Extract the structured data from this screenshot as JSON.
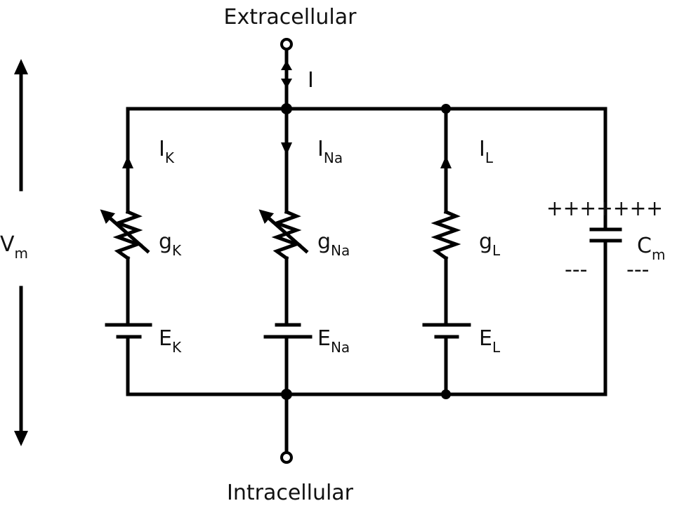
{
  "title": "Hodgkin-Huxley membrane equivalent circuit",
  "terminals": {
    "top": "Extracellular",
    "bottom": "Intracellular"
  },
  "current": {
    "main": "I"
  },
  "voltage": {
    "symbol": "V",
    "sub": "m"
  },
  "branches": [
    {
      "current": "I",
      "current_sub": "K",
      "conductance": "g",
      "conductance_sub": "K",
      "battery": "E",
      "battery_sub": "K",
      "variable": true
    },
    {
      "current": "I",
      "current_sub": "Na",
      "conductance": "g",
      "conductance_sub": "Na",
      "battery": "E",
      "battery_sub": "Na",
      "variable": true
    },
    {
      "current": "I",
      "current_sub": "L",
      "conductance": "g",
      "conductance_sub": "L",
      "battery": "E",
      "battery_sub": "L",
      "variable": false
    }
  ],
  "capacitor": {
    "symbol": "C",
    "sub": "m",
    "plus": "+++++++",
    "minus_left": "---",
    "minus_right": "---"
  }
}
